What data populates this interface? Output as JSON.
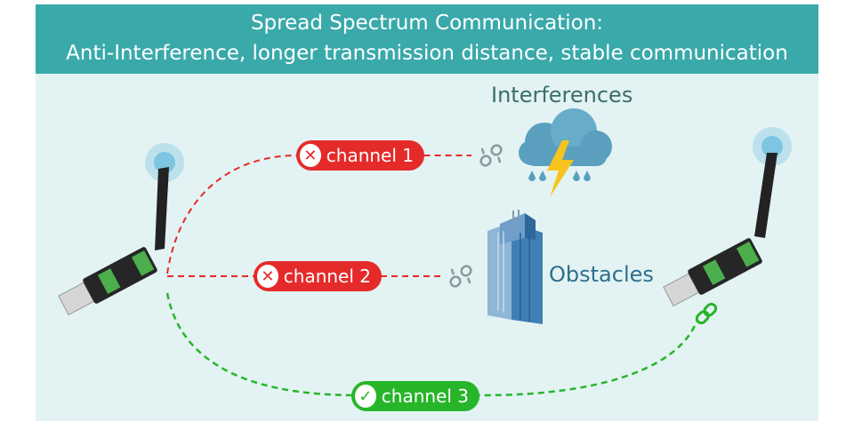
{
  "header": {
    "title": "Spread Spectrum Communication:",
    "subtitle": "Anti-Interference, longer transmission distance, stable communication"
  },
  "labels": {
    "interferences": "Interferences",
    "obstacles": "Obstacles"
  },
  "channels": [
    {
      "label": "channel 1",
      "status": "blocked",
      "badge": "✕"
    },
    {
      "label": "channel 2",
      "status": "blocked",
      "badge": "✕"
    },
    {
      "label": "channel 3",
      "status": "connected",
      "badge": "✓"
    }
  ],
  "colors": {
    "banner": "#3aa9aa",
    "panel": "#e3f3f3",
    "blocked": "#e52a2a",
    "connected": "#27b52a"
  },
  "icons": [
    "broken-link-icon",
    "broken-link-icon",
    "link-icon",
    "storm-cloud-icon",
    "building-icon",
    "antenna-icon"
  ]
}
